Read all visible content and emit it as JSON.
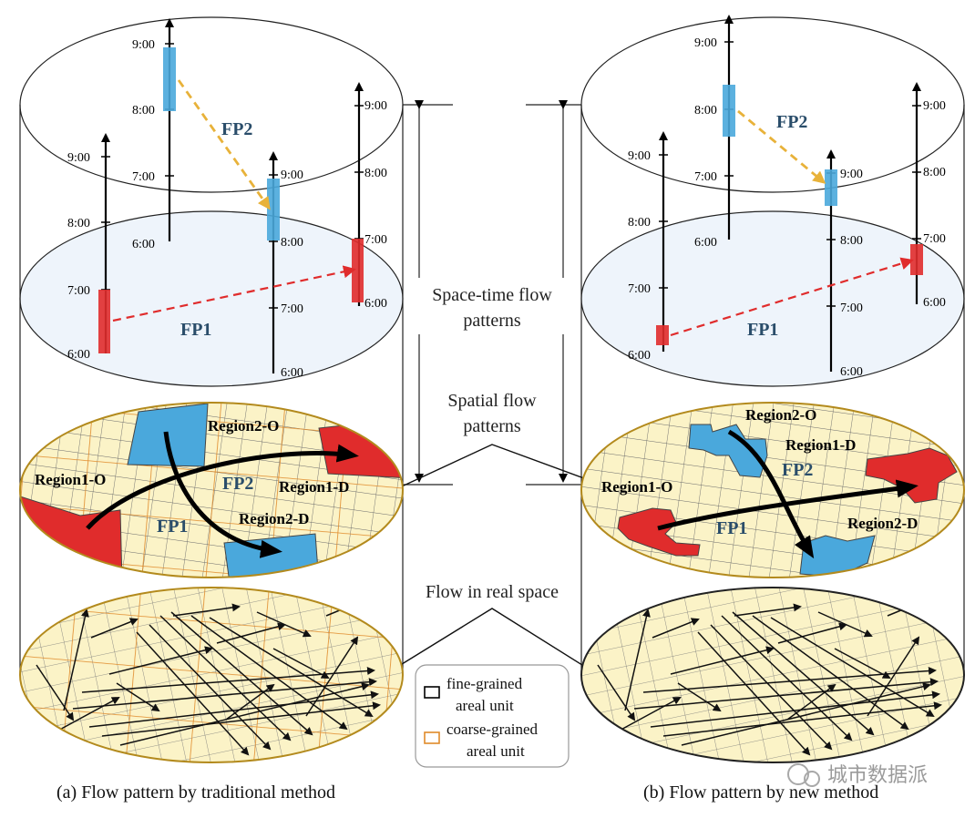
{
  "times": {
    "t900": "9:00",
    "t800": "8:00",
    "t700": "7:00",
    "t600": "6:00"
  },
  "flows": {
    "fp1": "FP1",
    "fp2": "FP2"
  },
  "regions": {
    "r1o": "Region1-O",
    "r1d": "Region1-D",
    "r2o": "Region2-O",
    "r2d": "Region2-D"
  },
  "middle": {
    "st_line1": "Space-time flow",
    "st_line2": "patterns",
    "sp_line1": "Spatial flow",
    "sp_line2": "patterns",
    "real": "Flow in real space"
  },
  "legend": {
    "fine1": "fine-grained",
    "fine2": "areal unit",
    "coarse1": "coarse-grained",
    "coarse2": "areal unit"
  },
  "captions": {
    "left": "(a) Flow pattern by traditional method",
    "right": "(b) Flow pattern by new method"
  },
  "watermark": "城市数据派",
  "colors": {
    "red": "#e02c2c",
    "blue": "#4aa8dc",
    "map_fill": "#fbf3c7",
    "coarse_border": "#e08a2a",
    "fp_text": "#2a4d6a"
  }
}
